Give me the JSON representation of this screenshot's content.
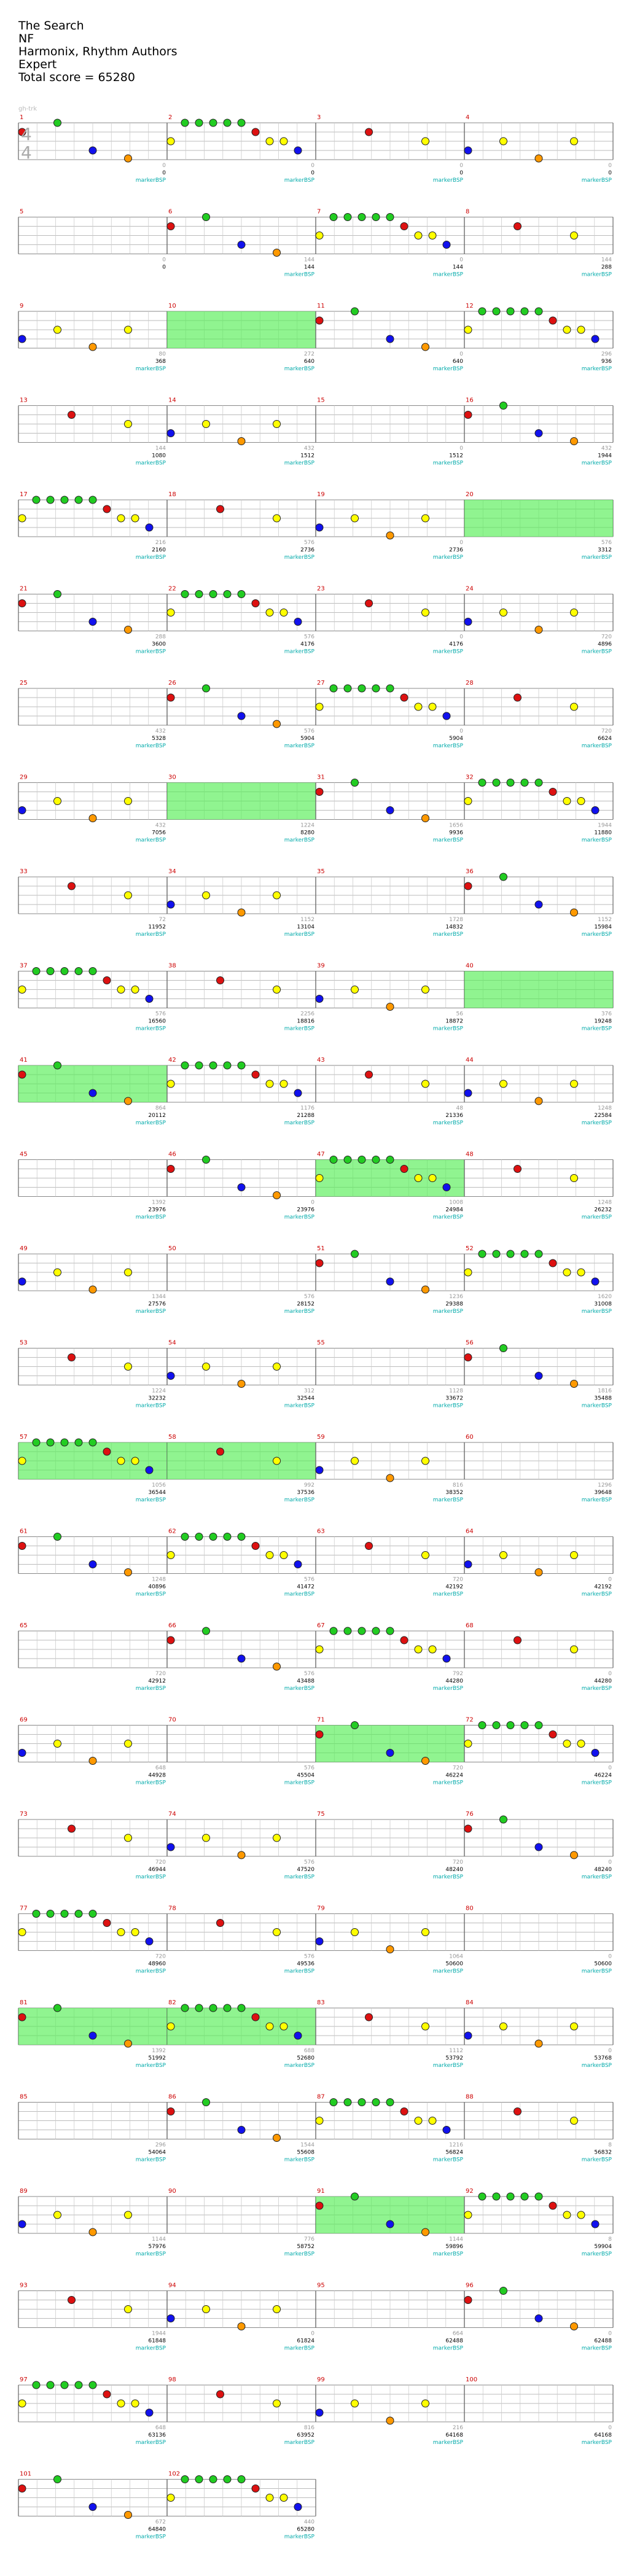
{
  "song": {
    "title": "The Search",
    "artist": "NF",
    "charter": "Harmonix, Rhythm Authors",
    "difficulty": "Expert",
    "total_score_label": "Total score = 65280",
    "generator_note": "gh-trk"
  },
  "time_signature": {
    "top": "4",
    "bottom": "4"
  },
  "colors": {
    "green": "#22cc22",
    "red": "#dd1111",
    "yellow": "#ffff00",
    "blue": "#1111ee",
    "orange": "#ff9900",
    "sp_fill": "#55ee55",
    "measure_num": "#cc0000",
    "cum_score": "#000000",
    "meas_score": "#999999",
    "marker": "#00aaaa"
  },
  "marker_label": "markerBSP",
  "measures": [
    {
      "n": 1,
      "cum": "0",
      "ms": "0",
      "mark": true
    },
    {
      "n": 2,
      "cum": "0",
      "ms": "0",
      "mark": true
    },
    {
      "n": 3,
      "cum": "0",
      "ms": "0",
      "mark": true
    },
    {
      "n": 4,
      "cum": "0",
      "ms": "0",
      "mark": true
    },
    {
      "n": 5,
      "cum": "0",
      "ms": "0",
      "mark": false
    },
    {
      "n": 6,
      "cum": "144",
      "ms": "144",
      "mark": true
    },
    {
      "n": 7,
      "cum": "144",
      "ms": "0",
      "mark": true
    },
    {
      "n": 8,
      "cum": "288",
      "ms": "144",
      "mark": true
    },
    {
      "n": 9,
      "cum": "368",
      "ms": "80",
      "mark": true
    },
    {
      "n": 10,
      "cum": "640",
      "ms": "272",
      "mark": true
    },
    {
      "n": 11,
      "cum": "640",
      "ms": "0",
      "mark": true
    },
    {
      "n": 12,
      "cum": "936",
      "ms": "296",
      "mark": true
    },
    {
      "n": 13,
      "cum": "1080",
      "ms": "144",
      "mark": true
    },
    {
      "n": 14,
      "cum": "1512",
      "ms": "432",
      "mark": true
    },
    {
      "n": 15,
      "cum": "1512",
      "ms": "0",
      "mark": true
    },
    {
      "n": 16,
      "cum": "1944",
      "ms": "432",
      "mark": true
    },
    {
      "n": 17,
      "cum": "2160",
      "ms": "216",
      "mark": true
    },
    {
      "n": 18,
      "cum": "2736",
      "ms": "576",
      "mark": true
    },
    {
      "n": 19,
      "cum": "2736",
      "ms": "0",
      "mark": true
    },
    {
      "n": 20,
      "cum": "3312",
      "ms": "576",
      "mark": true
    },
    {
      "n": 21,
      "cum": "3600",
      "ms": "288",
      "mark": true
    },
    {
      "n": 22,
      "cum": "4176",
      "ms": "576",
      "mark": true
    },
    {
      "n": 23,
      "cum": "4176",
      "ms": "0",
      "mark": true
    },
    {
      "n": 24,
      "cum": "4896",
      "ms": "720",
      "mark": true
    },
    {
      "n": 25,
      "cum": "5328",
      "ms": "432",
      "mark": true
    },
    {
      "n": 26,
      "cum": "5904",
      "ms": "576",
      "mark": true
    },
    {
      "n": 27,
      "cum": "5904",
      "ms": "0",
      "mark": true
    },
    {
      "n": 28,
      "cum": "6624",
      "ms": "720",
      "mark": true
    },
    {
      "n": 29,
      "cum": "7056",
      "ms": "432",
      "mark": true
    },
    {
      "n": 30,
      "cum": "8280",
      "ms": "1224",
      "mark": true
    },
    {
      "n": 31,
      "cum": "9936",
      "ms": "1656",
      "mark": true
    },
    {
      "n": 32,
      "cum": "11880",
      "ms": "1944",
      "mark": true
    },
    {
      "n": 33,
      "cum": "11952",
      "ms": "72",
      "mark": true
    },
    {
      "n": 34,
      "cum": "13104",
      "ms": "1152",
      "mark": true
    },
    {
      "n": 35,
      "cum": "14832",
      "ms": "1728",
      "mark": true
    },
    {
      "n": 36,
      "cum": "15984",
      "ms": "1152",
      "mark": true
    },
    {
      "n": 37,
      "cum": "16560",
      "ms": "576",
      "mark": true
    },
    {
      "n": 38,
      "cum": "18816",
      "ms": "2256",
      "mark": true
    },
    {
      "n": 39,
      "cum": "18872",
      "ms": "56",
      "mark": true
    },
    {
      "n": 40,
      "cum": "19248",
      "ms": "376",
      "mark": true
    },
    {
      "n": 41,
      "cum": "20112",
      "ms": "864",
      "mark": true
    },
    {
      "n": 42,
      "cum": "21288",
      "ms": "1176",
      "mark": true
    },
    {
      "n": 43,
      "cum": "21336",
      "ms": "48",
      "mark": true
    },
    {
      "n": 44,
      "cum": "22584",
      "ms": "1248",
      "mark": true
    },
    {
      "n": 45,
      "cum": "23976",
      "ms": "1392",
      "mark": true
    },
    {
      "n": 46,
      "cum": "23976",
      "ms": "0",
      "mark": true
    },
    {
      "n": 47,
      "cum": "24984",
      "ms": "1008",
      "mark": true
    },
    {
      "n": 48,
      "cum": "26232",
      "ms": "1248",
      "mark": true
    },
    {
      "n": 49,
      "cum": "27576",
      "ms": "1344",
      "mark": true
    },
    {
      "n": 50,
      "cum": "28152",
      "ms": "576",
      "mark": true
    },
    {
      "n": 51,
      "cum": "29388",
      "ms": "1236",
      "mark": true
    },
    {
      "n": 52,
      "cum": "31008",
      "ms": "1620",
      "mark": true
    },
    {
      "n": 53,
      "cum": "32232",
      "ms": "1224",
      "mark": true
    },
    {
      "n": 54,
      "cum": "32544",
      "ms": "312",
      "mark": true
    },
    {
      "n": 55,
      "cum": "33672",
      "ms": "1128",
      "mark": true
    },
    {
      "n": 56,
      "cum": "35488",
      "ms": "1816",
      "mark": true
    },
    {
      "n": 57,
      "cum": "36544",
      "ms": "1056",
      "mark": true
    },
    {
      "n": 58,
      "cum": "37536",
      "ms": "992",
      "mark": true
    },
    {
      "n": 59,
      "cum": "38352",
      "ms": "816",
      "mark": true
    },
    {
      "n": 60,
      "cum": "39648",
      "ms": "1296",
      "mark": true
    },
    {
      "n": 61,
      "cum": "40896",
      "ms": "1248",
      "mark": true
    },
    {
      "n": 62,
      "cum": "41472",
      "ms": "576",
      "mark": true
    },
    {
      "n": 63,
      "cum": "42192",
      "ms": "720",
      "mark": true
    },
    {
      "n": 64,
      "cum": "42192",
      "ms": "0",
      "mark": true
    },
    {
      "n": 65,
      "cum": "42912",
      "ms": "720",
      "mark": true
    },
    {
      "n": 66,
      "cum": "43488",
      "ms": "576",
      "mark": true
    },
    {
      "n": 67,
      "cum": "44280",
      "ms": "792",
      "mark": true
    },
    {
      "n": 68,
      "cum": "44280",
      "ms": "0",
      "mark": true
    },
    {
      "n": 69,
      "cum": "44928",
      "ms": "648",
      "mark": true
    },
    {
      "n": 70,
      "cum": "45504",
      "ms": "576",
      "mark": true
    },
    {
      "n": 71,
      "cum": "46224",
      "ms": "720",
      "mark": true
    },
    {
      "n": 72,
      "cum": "46224",
      "ms": "0",
      "mark": true
    },
    {
      "n": 73,
      "cum": "46944",
      "ms": "720",
      "mark": true
    },
    {
      "n": 74,
      "cum": "47520",
      "ms": "576",
      "mark": true
    },
    {
      "n": 75,
      "cum": "48240",
      "ms": "720",
      "mark": true
    },
    {
      "n": 76,
      "cum": "48240",
      "ms": "0",
      "mark": true
    },
    {
      "n": 77,
      "cum": "48960",
      "ms": "720",
      "mark": true
    },
    {
      "n": 78,
      "cum": "49536",
      "ms": "576",
      "mark": true
    },
    {
      "n": 79,
      "cum": "50600",
      "ms": "1064",
      "mark": true
    },
    {
      "n": 80,
      "cum": "50600",
      "ms": "0",
      "mark": true
    },
    {
      "n": 81,
      "cum": "51992",
      "ms": "1392",
      "mark": true
    },
    {
      "n": 82,
      "cum": "52680",
      "ms": "688",
      "mark": true
    },
    {
      "n": 83,
      "cum": "53792",
      "ms": "1112",
      "mark": true
    },
    {
      "n": 84,
      "cum": "53768",
      "ms": "0",
      "mark": true
    },
    {
      "n": 85,
      "cum": "54064",
      "ms": "296",
      "mark": true
    },
    {
      "n": 86,
      "cum": "55608",
      "ms": "1544",
      "mark": true
    },
    {
      "n": 87,
      "cum": "56824",
      "ms": "1216",
      "mark": true
    },
    {
      "n": 88,
      "cum": "56832",
      "ms": "8",
      "mark": true
    },
    {
      "n": 89,
      "cum": "57976",
      "ms": "1144",
      "mark": true
    },
    {
      "n": 90,
      "cum": "58752",
      "ms": "776",
      "mark": true
    },
    {
      "n": 91,
      "cum": "59896",
      "ms": "1144",
      "mark": true
    },
    {
      "n": 92,
      "cum": "59904",
      "ms": "8",
      "mark": true
    },
    {
      "n": 93,
      "cum": "61848",
      "ms": "1944",
      "mark": true
    },
    {
      "n": 94,
      "cum": "61824",
      "ms": "0",
      "mark": true
    },
    {
      "n": 95,
      "cum": "62488",
      "ms": "664",
      "mark": true
    },
    {
      "n": 96,
      "cum": "62488",
      "ms": "0",
      "mark": true
    },
    {
      "n": 97,
      "cum": "63136",
      "ms": "648",
      "mark": true
    },
    {
      "n": 98,
      "cum": "63952",
      "ms": "816",
      "mark": true
    },
    {
      "n": 99,
      "cum": "64168",
      "ms": "216",
      "mark": true
    },
    {
      "n": 100,
      "cum": "64168",
      "ms": "0",
      "mark": true
    },
    {
      "n": 101,
      "cum": "64840",
      "ms": "672",
      "mark": true
    },
    {
      "n": 102,
      "cum": "65280",
      "ms": "440",
      "mark": true
    }
  ]
}
